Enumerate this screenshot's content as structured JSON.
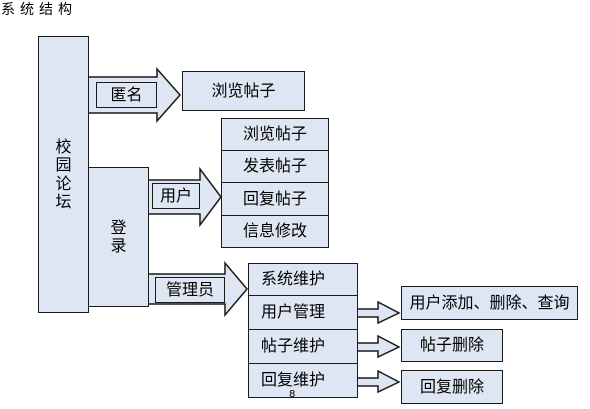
{
  "caption": "系统结构",
  "root": {
    "label": [
      "校",
      "园",
      "论",
      "坛"
    ]
  },
  "login": {
    "label": [
      "登",
      "录"
    ]
  },
  "branches": {
    "anonymous": "匿名",
    "user": "用户",
    "admin": "管理员"
  },
  "anonymous_items": [
    "浏览帖子"
  ],
  "user_items": [
    "浏览帖子",
    "发表帖子",
    "回复帖子",
    "信息修改"
  ],
  "admin_items": [
    "系统维护",
    "用户管理",
    "帖子维护",
    "回复维护"
  ],
  "admin_actions": {
    "user_management": "用户添加、删除、查询",
    "post_maintenance": "帖子删除",
    "reply_maintenance": "回复删除"
  },
  "page_mark": "8",
  "colors": {
    "box_fill": "#dde6f2",
    "border": "#1a1a1a"
  }
}
